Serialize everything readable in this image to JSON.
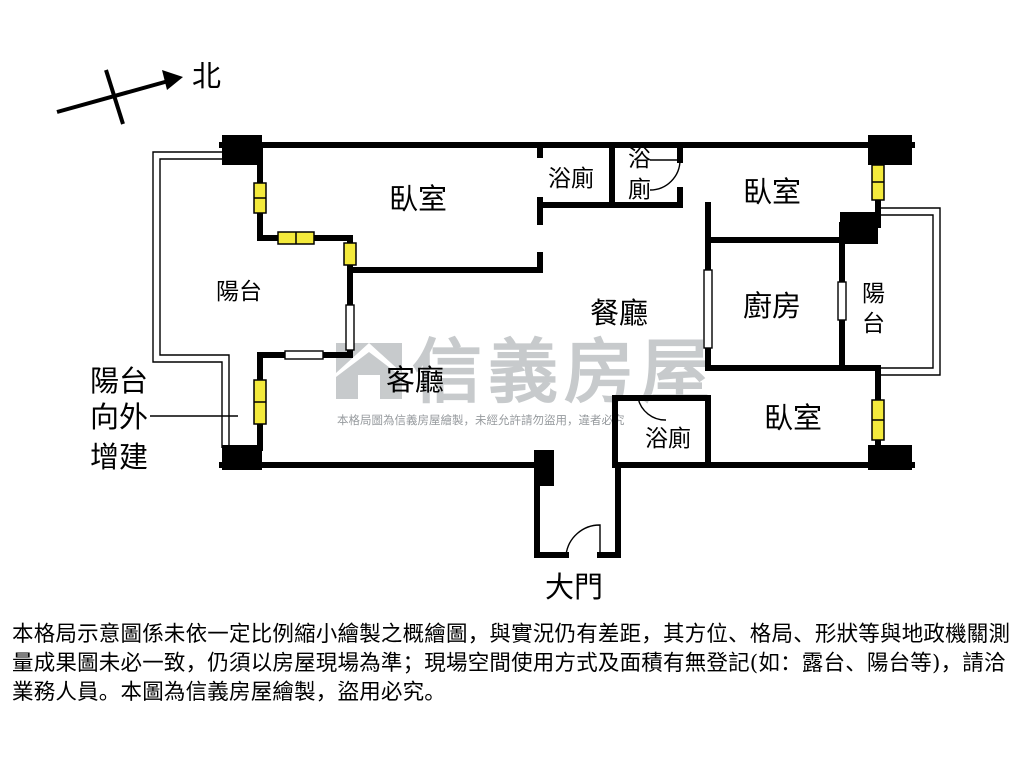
{
  "compass": {
    "north_label": "北"
  },
  "rooms": {
    "bedroom_1": "臥室",
    "bedroom_2": "臥室",
    "bedroom_3": "臥室",
    "bath_1": "浴廁",
    "bath_2_line1": "浴",
    "bath_2_line2": "廁",
    "bath_3": "浴廁",
    "balcony_west": "陽台",
    "balcony_east_line1": "陽",
    "balcony_east_line2": "台",
    "dining": "餐廳",
    "living": "客廳",
    "kitchen": "廚房",
    "entrance": "大門"
  },
  "annotation": {
    "line1": "陽台",
    "line2": "向外",
    "line3": "增建"
  },
  "watermark": {
    "brand": "信義房屋",
    "notice": "本格局圖為信義房屋繪製，未經允許請勿盜用，違者必究"
  },
  "disclaimer": "本格局示意圖係未依一定比例縮小繪製之概繪圖，與實況仍有差距，其方位、格局、形狀等與地政機關測量成果圖未必一致，仍須以房屋現場為準；現場空間使用方式及面積有無登記(如：露台、陽台等)，請洽業務人員。本圖為信義房屋繪製，盜用必究。"
}
